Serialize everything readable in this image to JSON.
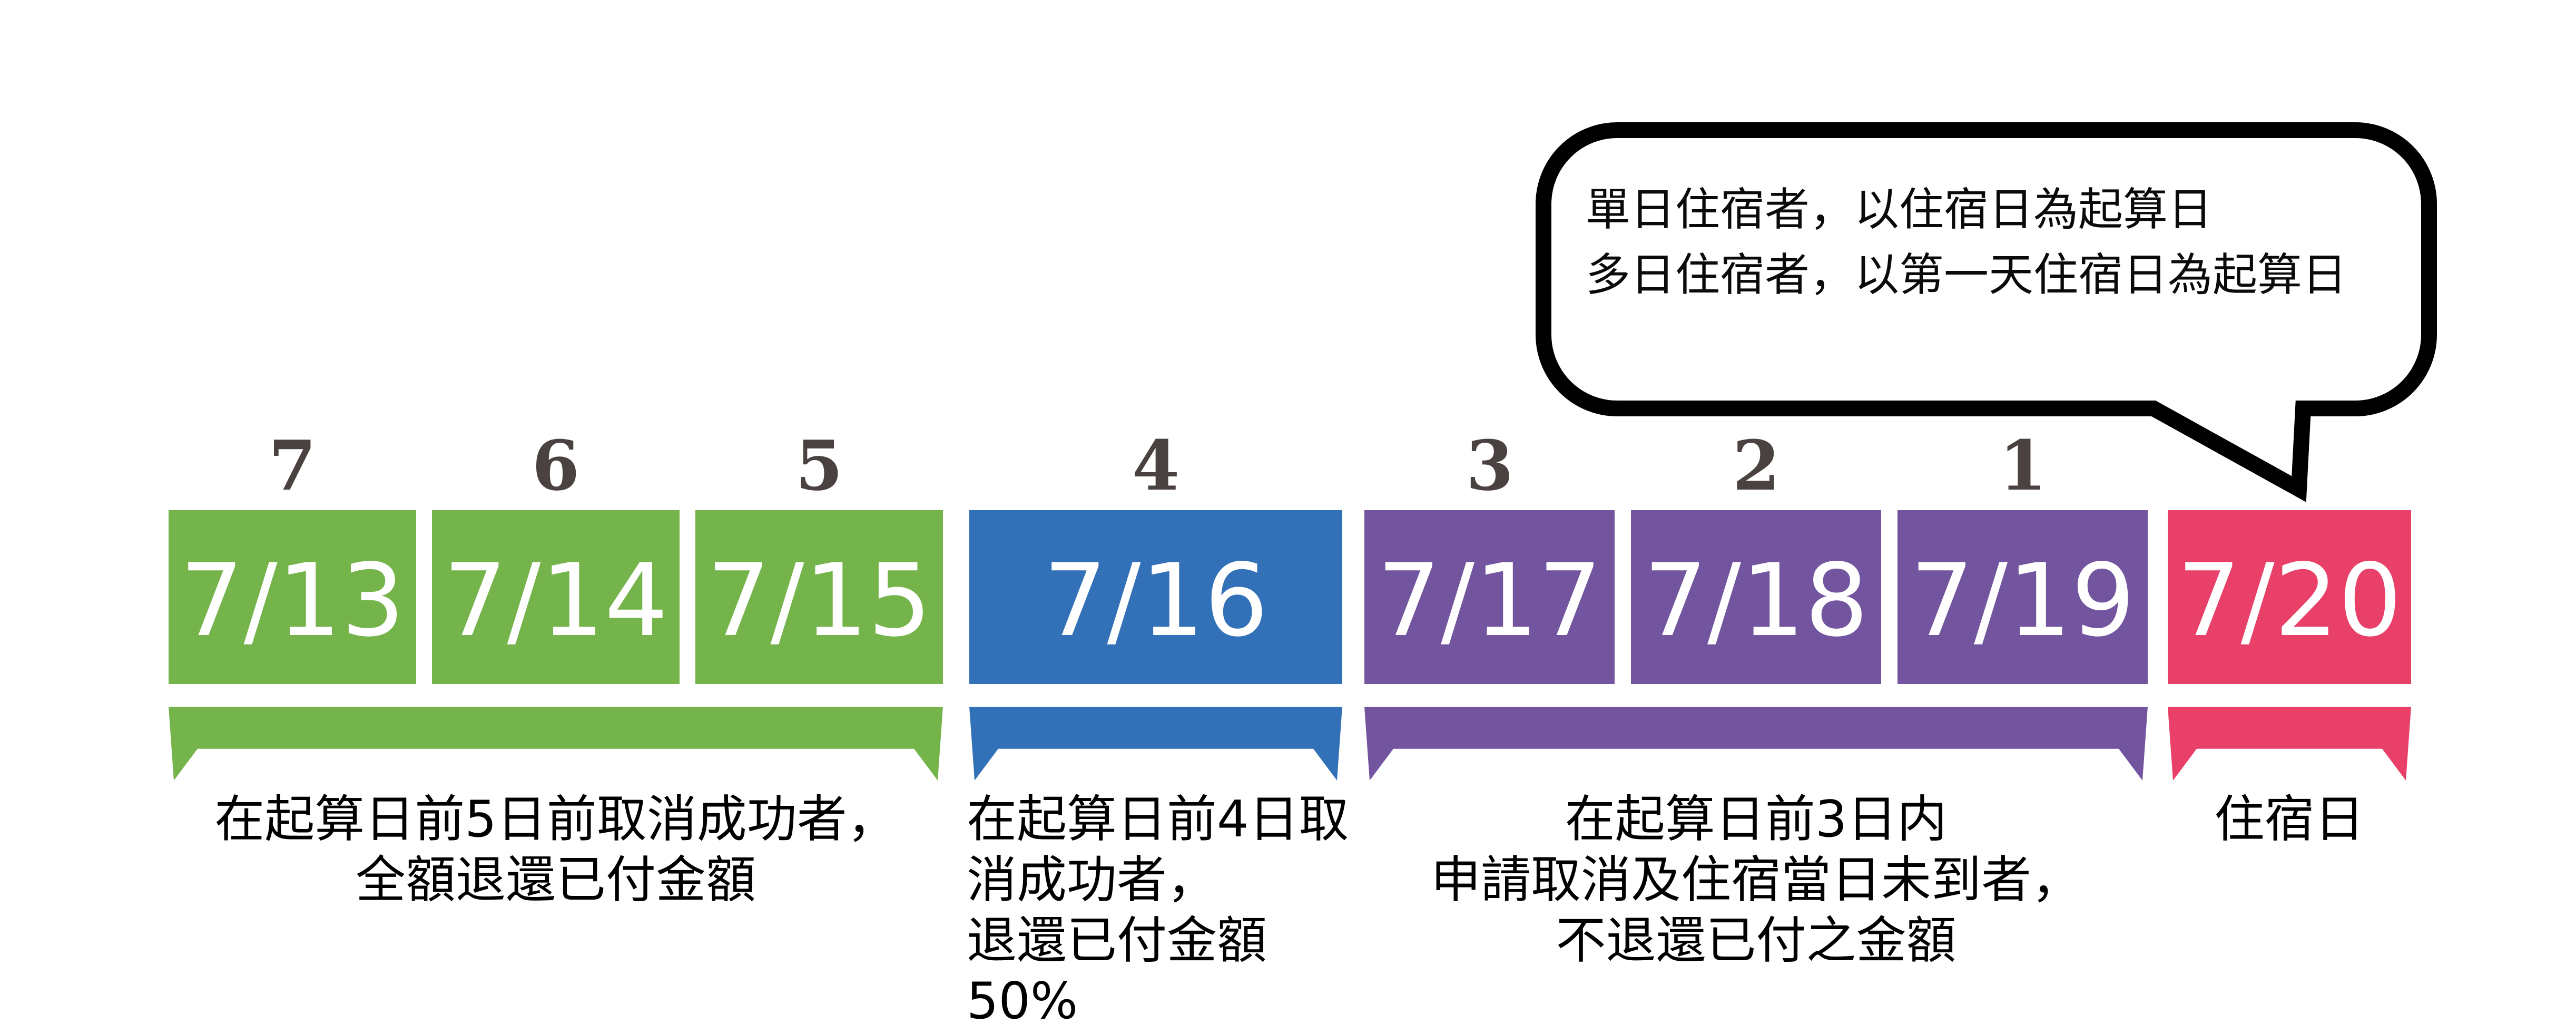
{
  "callout": {
    "line1": "單日住宿者，以住宿日為起算日",
    "line2": "多日住宿者，以第一天住宿日為起算日"
  },
  "timeline": {
    "days": [
      {
        "countdown": "7",
        "date": "7/13",
        "color_group": "green"
      },
      {
        "countdown": "6",
        "date": "7/14",
        "color_group": "green"
      },
      {
        "countdown": "5",
        "date": "7/15",
        "color_group": "green"
      },
      {
        "countdown": "4",
        "date": "7/16",
        "color_group": "blue"
      },
      {
        "countdown": "3",
        "date": "7/17",
        "color_group": "purple"
      },
      {
        "countdown": "2",
        "date": "7/18",
        "color_group": "purple"
      },
      {
        "countdown": "1",
        "date": "7/19",
        "color_group": "purple"
      },
      {
        "countdown": "",
        "date": "7/20",
        "color_group": "pink"
      }
    ]
  },
  "notes": {
    "full_refund": {
      "line1": "在起算日前5日前取消成功者，",
      "line2": "全額退還已付金額"
    },
    "half_refund": {
      "line1": "在起算日前4日取",
      "line2": "消成功者，",
      "line3": "退還已付金額50%"
    },
    "no_refund": {
      "line1": "在起算日前3日内",
      "line2": "申請取消及住宿當日未到者，",
      "line3": "不退還已付之金額"
    },
    "stay_day": {
      "line1": "住宿日"
    }
  },
  "colors": {
    "green": "#74b44a",
    "blue": "#3271b7",
    "purple": "#73549e",
    "pink": "#e94069",
    "countdown_gray": "#4a4240",
    "text_black": "#000000",
    "callout_border": "#000000",
    "callout_fill": "#ffffff"
  }
}
